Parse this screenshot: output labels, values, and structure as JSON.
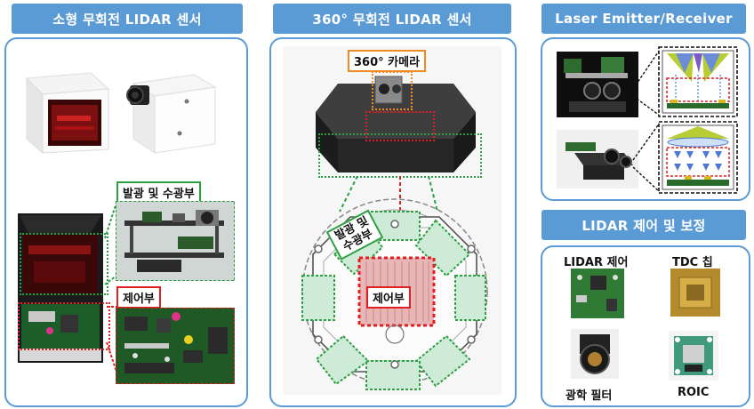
{
  "left_section": {
    "title": "소형 무회전 LIDAR 센서",
    "emit_recv_label": "발광 및 수광부",
    "control_label": "제어부"
  },
  "center_section": {
    "title": "360° 무회전 LIDAR 센서",
    "camera_label": "360° 카메라",
    "emit_recv_label": "발광 및\n수광부",
    "control_label": "제어부"
  },
  "right_top_section": {
    "title": "Laser Emitter/Receiver"
  },
  "right_bottom_section": {
    "title": "LIDAR 제어 및 보정",
    "items": [
      "LIDAR 제어",
      "TDC 칩",
      "광학 필터",
      "ROIC"
    ]
  },
  "colors": {
    "header_blue": "#5b9bd5",
    "frame_green": "#2ea043",
    "frame_red": "#e02020"
  }
}
